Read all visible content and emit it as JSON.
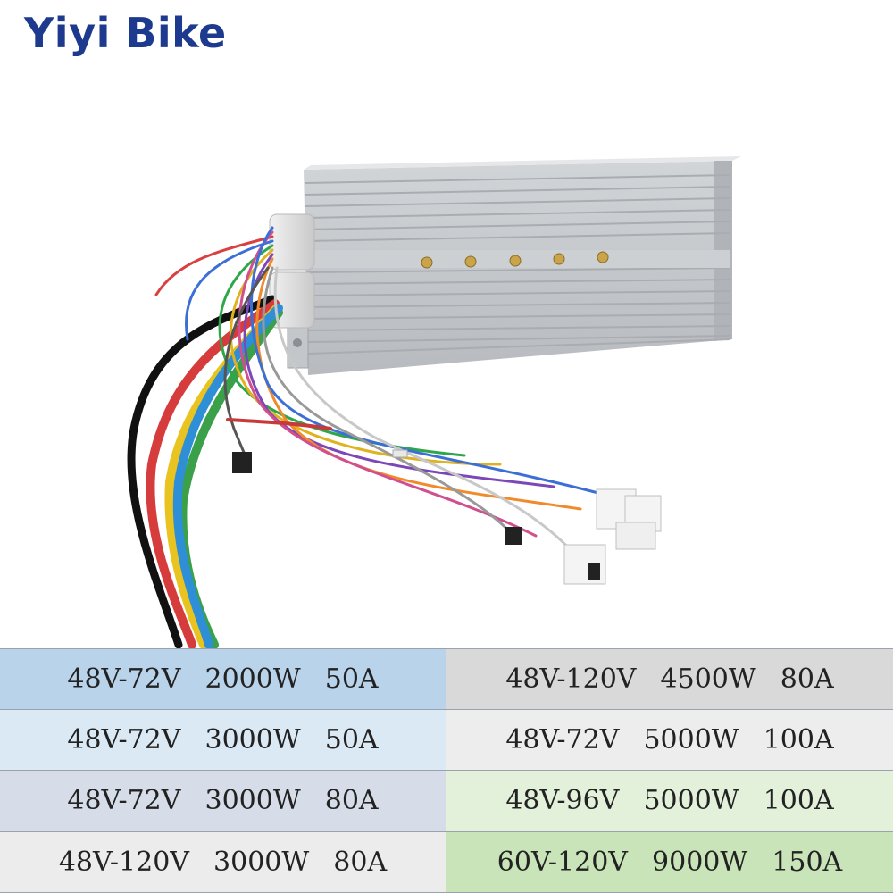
{
  "brand": {
    "name": "Yiyi Bike",
    "color": "#1d3a8f"
  },
  "specs": [
    {
      "label": "48V-72V  2000W  50A",
      "color": "#b8d3ea"
    },
    {
      "label": "48V-120V  4500W  80A",
      "color": "#d9d9d9"
    },
    {
      "label": "48V-72V  3000W  50A",
      "color": "#dbe9f5"
    },
    {
      "label": "48V-72V  5000W  100A",
      "color": "#ededed"
    },
    {
      "label": "48V-72V  3000W  80A",
      "color": "#d6dde8"
    },
    {
      "label": "48V-96V  5000W  100A",
      "color": "#e3f0da"
    },
    {
      "label": "48V-120V  3000W  80A",
      "color": "#ececec"
    },
    {
      "label": "60V-120V  9000W  150A",
      "color": "#c9e4b8"
    }
  ]
}
